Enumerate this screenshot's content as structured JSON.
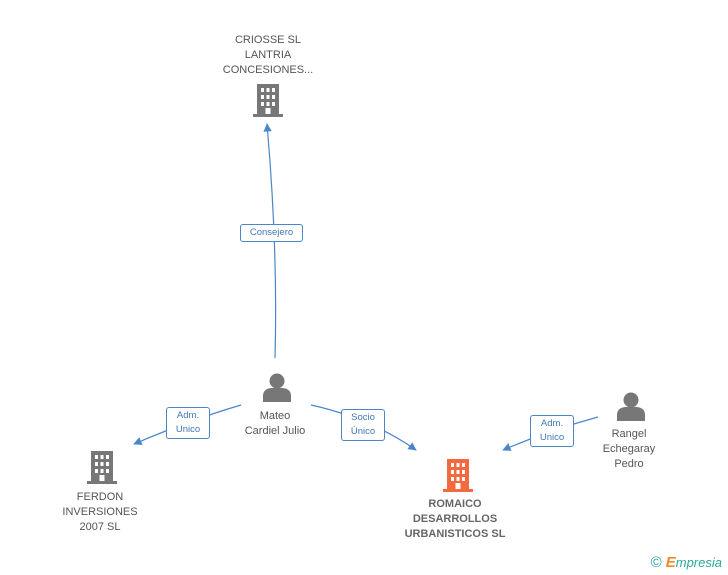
{
  "nodes": {
    "criosse": {
      "lines": [
        "CRIOSSE SL",
        "LANTRIA",
        "CONCESIONES..."
      ]
    },
    "mateo": {
      "lines": [
        "Mateo",
        "Cardiel Julio"
      ]
    },
    "ferdon": {
      "lines": [
        "FERDON",
        "INVERSIONES",
        "2007 SL"
      ]
    },
    "romaico": {
      "lines": [
        "ROMAICO",
        "DESARROLLOS",
        "URBANISTICOS SL"
      ]
    },
    "rangel": {
      "lines": [
        "Rangel",
        "Echegaray",
        "Pedro"
      ]
    }
  },
  "edges": {
    "consejero": {
      "lines": [
        "Consejero"
      ]
    },
    "adm_ferdon": {
      "lines": [
        "Adm.",
        "Unico"
      ]
    },
    "socio_romaico": {
      "lines": [
        "Socio",
        "Único"
      ]
    },
    "adm_rangel": {
      "lines": [
        "Adm.",
        "Unico"
      ]
    }
  },
  "colors": {
    "edge": "#4a86c8",
    "company_icon": "#777777",
    "main_company_icon": "#f26a3d",
    "person_icon": "#777777"
  },
  "brand": {
    "copyright": "©",
    "initial": "E",
    "name": "mpresia"
  }
}
